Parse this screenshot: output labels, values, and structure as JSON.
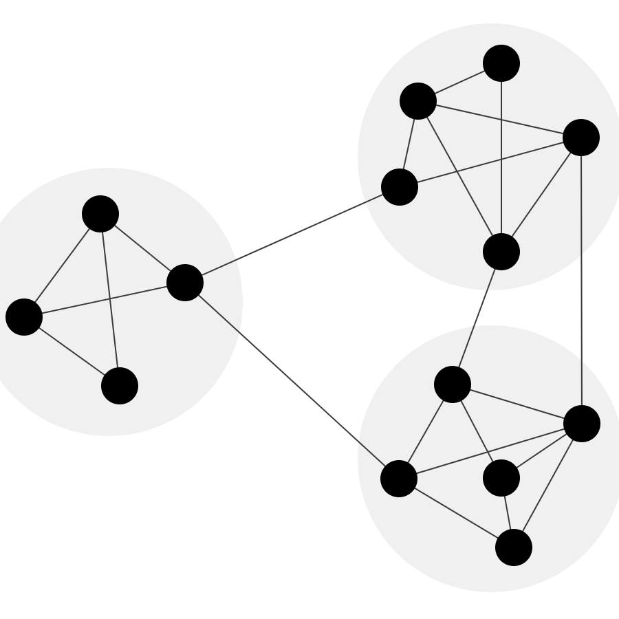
{
  "colors": {
    "background": "#ffffff",
    "cluster_fill": "#f0f0f0",
    "node_fill": "#000000",
    "edge_stroke": "#3a3a3a"
  },
  "clusters": [
    {
      "id": "left",
      "nodes": [
        "L1",
        "L2",
        "L3",
        "L4"
      ]
    },
    {
      "id": "top-right",
      "nodes": [
        "T1",
        "T2",
        "T3",
        "T4",
        "T5"
      ]
    },
    {
      "id": "bottom-right",
      "nodes": [
        "B1",
        "B2",
        "B3",
        "B4",
        "B5"
      ]
    }
  ],
  "nodes": [
    "L1",
    "L2",
    "L3",
    "L4",
    "T1",
    "T2",
    "T3",
    "T4",
    "T5",
    "B1",
    "B2",
    "B3",
    "B4",
    "B5"
  ],
  "edges": [
    [
      "L1",
      "L2"
    ],
    [
      "L1",
      "L3"
    ],
    [
      "L1",
      "L4"
    ],
    [
      "L2",
      "L3"
    ],
    [
      "L3",
      "L4"
    ],
    [
      "T1",
      "T2"
    ],
    [
      "T1",
      "T5"
    ],
    [
      "T2",
      "T3"
    ],
    [
      "T2",
      "T4"
    ],
    [
      "T2",
      "T5"
    ],
    [
      "T3",
      "T4"
    ],
    [
      "T3",
      "T5"
    ],
    [
      "B1",
      "B2"
    ],
    [
      "B1",
      "B3"
    ],
    [
      "B1",
      "B4"
    ],
    [
      "B2",
      "B4"
    ],
    [
      "B2",
      "B3"
    ],
    [
      "B2",
      "B5"
    ],
    [
      "B3",
      "B5"
    ],
    [
      "B4",
      "B5"
    ],
    [
      "L2",
      "T4"
    ],
    [
      "L2",
      "B4"
    ],
    [
      "T5",
      "B1"
    ],
    [
      "T3",
      "B2"
    ]
  ]
}
